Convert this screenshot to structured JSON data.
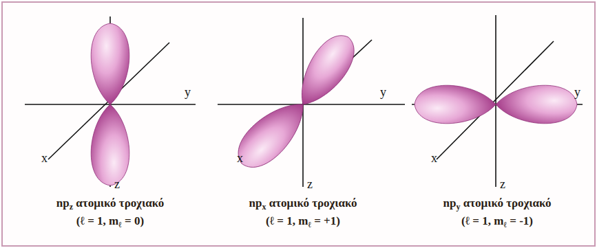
{
  "diagram": {
    "labels": [
      "y",
      "x",
      "z",
      "npz ατομικό τροχιακό",
      "(ℓ = 1, mℓ = 0)",
      "y",
      "x",
      "z",
      "npx ατομικό τροχιακό",
      "(ℓ = 1, mℓ = +1)",
      "y",
      "x",
      "z",
      "npy ατομικό τροχιακό",
      "(ℓ = 1, mℓ = -1)"
    ]
  }
}
